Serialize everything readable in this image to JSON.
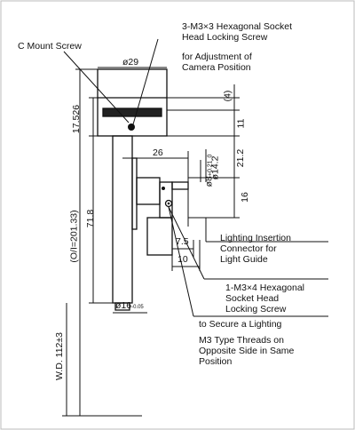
{
  "labels": {
    "c_mount_screw": "C Mount Screw",
    "hex_socket_line1": "3-M3×3 Hexagonal Socket",
    "hex_socket_line2": "Head Locking Screw",
    "adjust_line1": "for Adjustment of",
    "adjust_line2": "Camera Position",
    "lighting_insertion_line1": "Lighting Insertion",
    "lighting_insertion_line2": "Connector for",
    "lighting_insertion_line3": "Light Guide",
    "m3x4_line1": "1-M3×4 Hexagonal",
    "m3x4_line2": "Socket Head",
    "m3x4_line3": "Locking Screw",
    "secure_line1": "to Secure a Lighting",
    "m3_threads_line1": "M3 Type Threads on",
    "m3_threads_line2": "Opposite Side in Same",
    "m3_threads_line3": "Position"
  },
  "dimensions": {
    "d29": "ø29",
    "d4": "(4)",
    "d11": "11",
    "d17526": "17.526",
    "d26": "26",
    "d212": "21.2",
    "d142": "ø14.2",
    "d8": "ø8",
    "d8_tol_upper": "+0.21",
    "d8_tol_lower": "0",
    "d16": "16",
    "d718": "71.8",
    "ol": "(O/I=201.33)",
    "d75": "7.5",
    "d10": "10",
    "d16_bottom": "ø16",
    "d16_bottom_tol": "-0.05",
    "wd": "W.D. 112±3"
  }
}
